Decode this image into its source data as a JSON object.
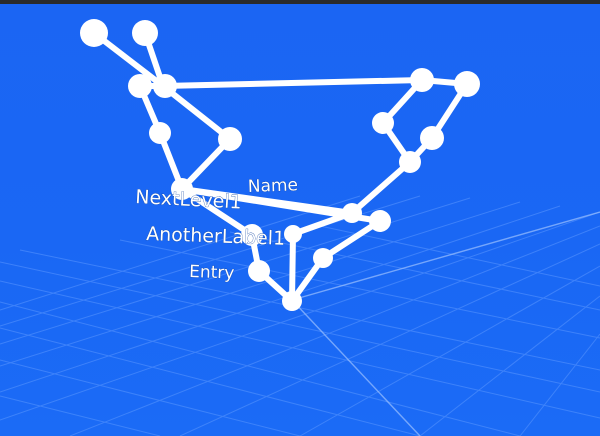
{
  "scene": {
    "background_color": "#1a66f2",
    "grid_color": "#5b98ff",
    "skeleton_color": "#ffffff",
    "labels": {
      "name": "Name",
      "next": "NextLevel1",
      "another": "AnotherLabel1",
      "entry": "Entry"
    }
  }
}
